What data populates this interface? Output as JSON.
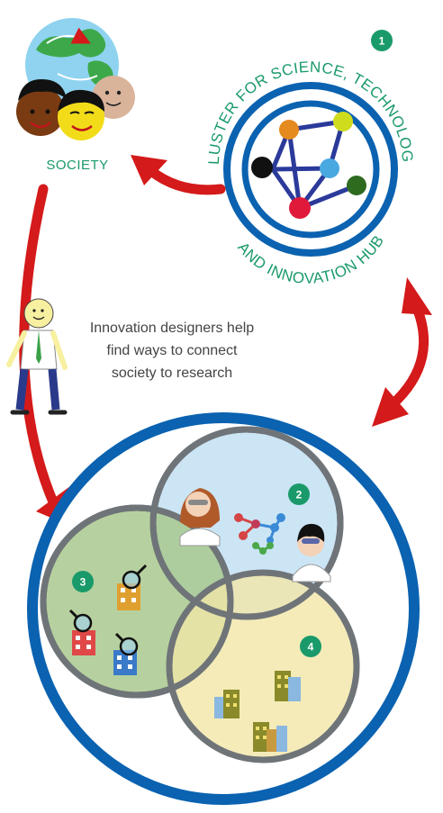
{
  "society": {
    "label": "SOCIETY"
  },
  "hub": {
    "arc_top": "CLUSTER FOR SCIENCE, TECHNOLOGY,",
    "arc_bottom": "AND INNOVATION HUB",
    "badge": "1"
  },
  "designers": {
    "line1": "Innovation designers help",
    "line2": "find ways to connect",
    "line3": "society to research"
  },
  "circles": {
    "research_badge": "2",
    "innovation_badge": "3",
    "industry_badge": "4"
  },
  "colors": {
    "hub_ring": "#0a62b0",
    "green_text": "#1a9a6a",
    "arrow_red": "#d41a1a",
    "venn_outline": "#6f7478",
    "research_fill": "#c7e3f4",
    "innovation_fill": "#a9c98e",
    "industry_fill": "#f1e6a8"
  }
}
